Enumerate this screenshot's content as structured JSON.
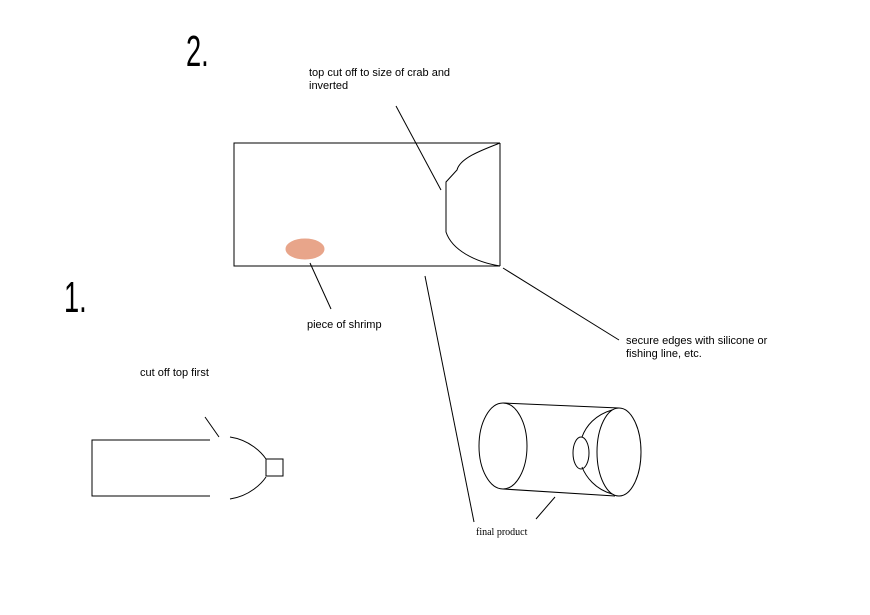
{
  "steps": {
    "step1": "1.",
    "step2": "2."
  },
  "labels": {
    "cut_off_top": "cut off top first",
    "top_cut_line1": "top cut off to size of crab and",
    "top_cut_line2": "inverted",
    "shrimp": "piece of shrimp",
    "secure_line1": "secure edges with silicone or",
    "secure_line2": "fishing line, etc.",
    "final": "final product"
  },
  "colors": {
    "line": "#000000",
    "shrimp": "#e8a58a"
  }
}
